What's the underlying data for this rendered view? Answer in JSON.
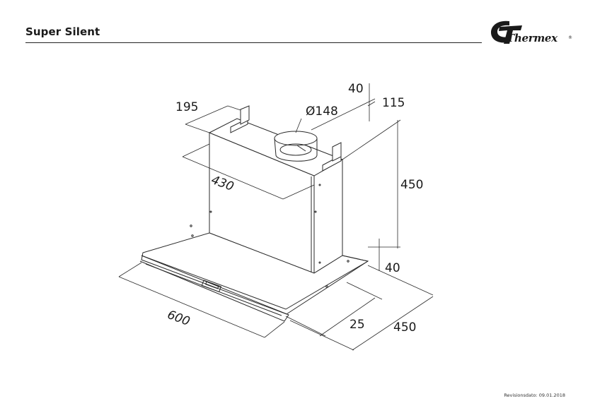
{
  "header": {
    "title": "Super Silent",
    "logo_text": "Thermex",
    "logo_mark": "®"
  },
  "dimensions": {
    "duct_top_height": "40",
    "chimney_depth": "195",
    "duct_diameter": "Ø148",
    "chimney_offset": "115",
    "chimney_height": "450",
    "chimney_width": "430",
    "hood_height": "40",
    "hood_width": "600",
    "front_depth": "25",
    "hood_depth": "450"
  },
  "footer": {
    "revision": "Revisionsdato: 09.01.2018"
  },
  "colors": {
    "line": "#2a2a2a",
    "text": "#1a1a1a"
  }
}
